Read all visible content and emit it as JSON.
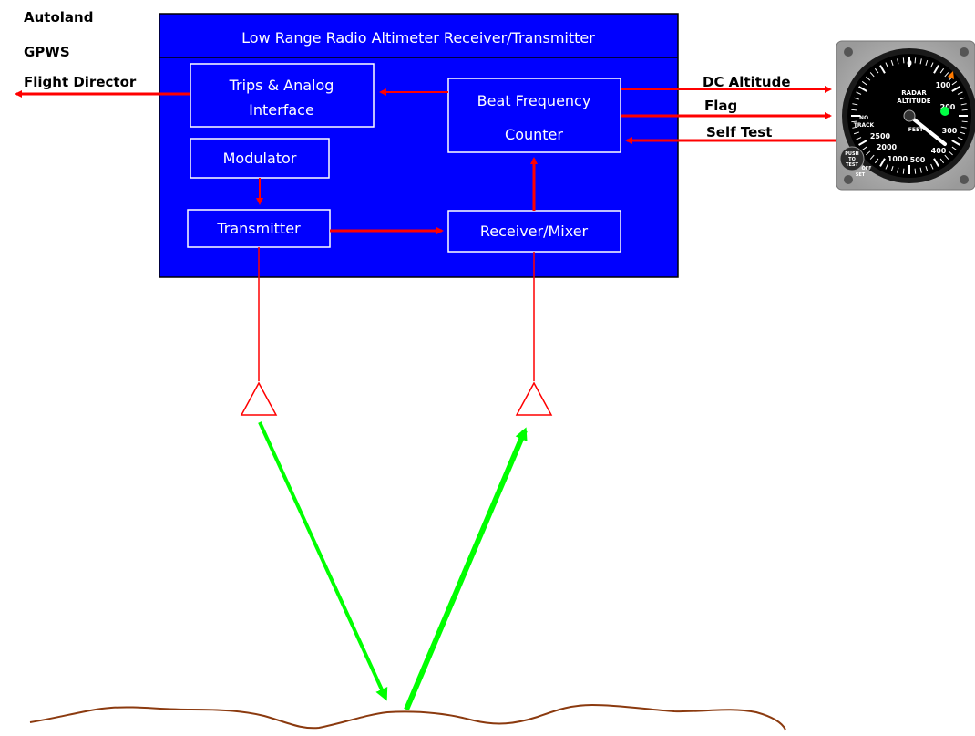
{
  "unit": {
    "title": "Low Range Radio Altimeter Receiver/Transmitter",
    "blocks": {
      "trips": [
        "Trips & Analog",
        "Interface"
      ],
      "modulator": "Modulator",
      "transmitter": "Transmitter",
      "beat": [
        "Beat Frequency",
        "Counter"
      ],
      "receiver": "Receiver/Mixer"
    }
  },
  "outputs_left": [
    "Autoland",
    "GPWS",
    "Flight Director"
  ],
  "indicator_links": [
    "DC Altitude",
    "Flag",
    "Self Test"
  ],
  "indicator": {
    "title": [
      "RADAR",
      "ALTITUDE"
    ],
    "unit": "FEET",
    "no_track": [
      "NO",
      "TRACK"
    ],
    "push_to_test": [
      "PUSH",
      "TO",
      "TEST"
    ],
    "set": "SET",
    "off": "OFF",
    "scale": [
      "0",
      "100",
      "200",
      "300",
      "400",
      "500",
      "1000",
      "2000",
      "2500"
    ]
  },
  "colors": {
    "unit_fill": "#0000ff",
    "signal": "#ff0000",
    "beam": "#00ff00",
    "ground": "#8b3a0f"
  }
}
